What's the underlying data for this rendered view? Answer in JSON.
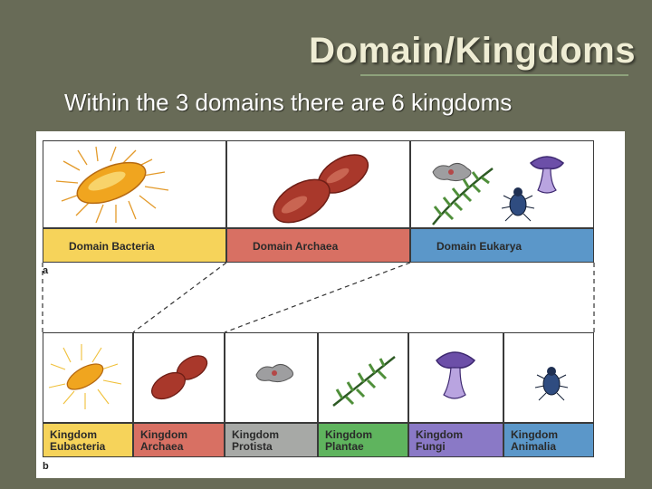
{
  "slide": {
    "title": "Domain/Kingdoms",
    "subtitle": "Within the 3 domains there are 6 kingdoms"
  },
  "figure": {
    "domains": [
      {
        "label": "Domain Bacteria",
        "color": "#f6d35a"
      },
      {
        "label": "Domain Archaea",
        "color": "#d87063"
      },
      {
        "label": "Domain Eukarya",
        "color": "#5b97c9"
      }
    ],
    "kingdoms": [
      {
        "line1": "Kingdom",
        "line2": "Eubacteria",
        "color": "#f6d35a"
      },
      {
        "line1": "Kingdom",
        "line2": "Archaea",
        "color": "#d87063"
      },
      {
        "line1": "Kingdom",
        "line2": "Protista",
        "color": "#a7a9a6"
      },
      {
        "line1": "Kingdom",
        "line2": "Plantae",
        "color": "#5fb45e"
      },
      {
        "line1": "Kingdom",
        "line2": "Fungi",
        "color": "#8a79c6"
      },
      {
        "line1": "Kingdom",
        "line2": "Animalia",
        "color": "#5b97c9"
      }
    ],
    "panel_labels": {
      "a": "a",
      "b": "b"
    },
    "illustrations": [
      "bacterium-icon",
      "archaea-icon",
      "protist-icon",
      "fern-icon",
      "mushroom-icon",
      "beetle-icon"
    ]
  }
}
